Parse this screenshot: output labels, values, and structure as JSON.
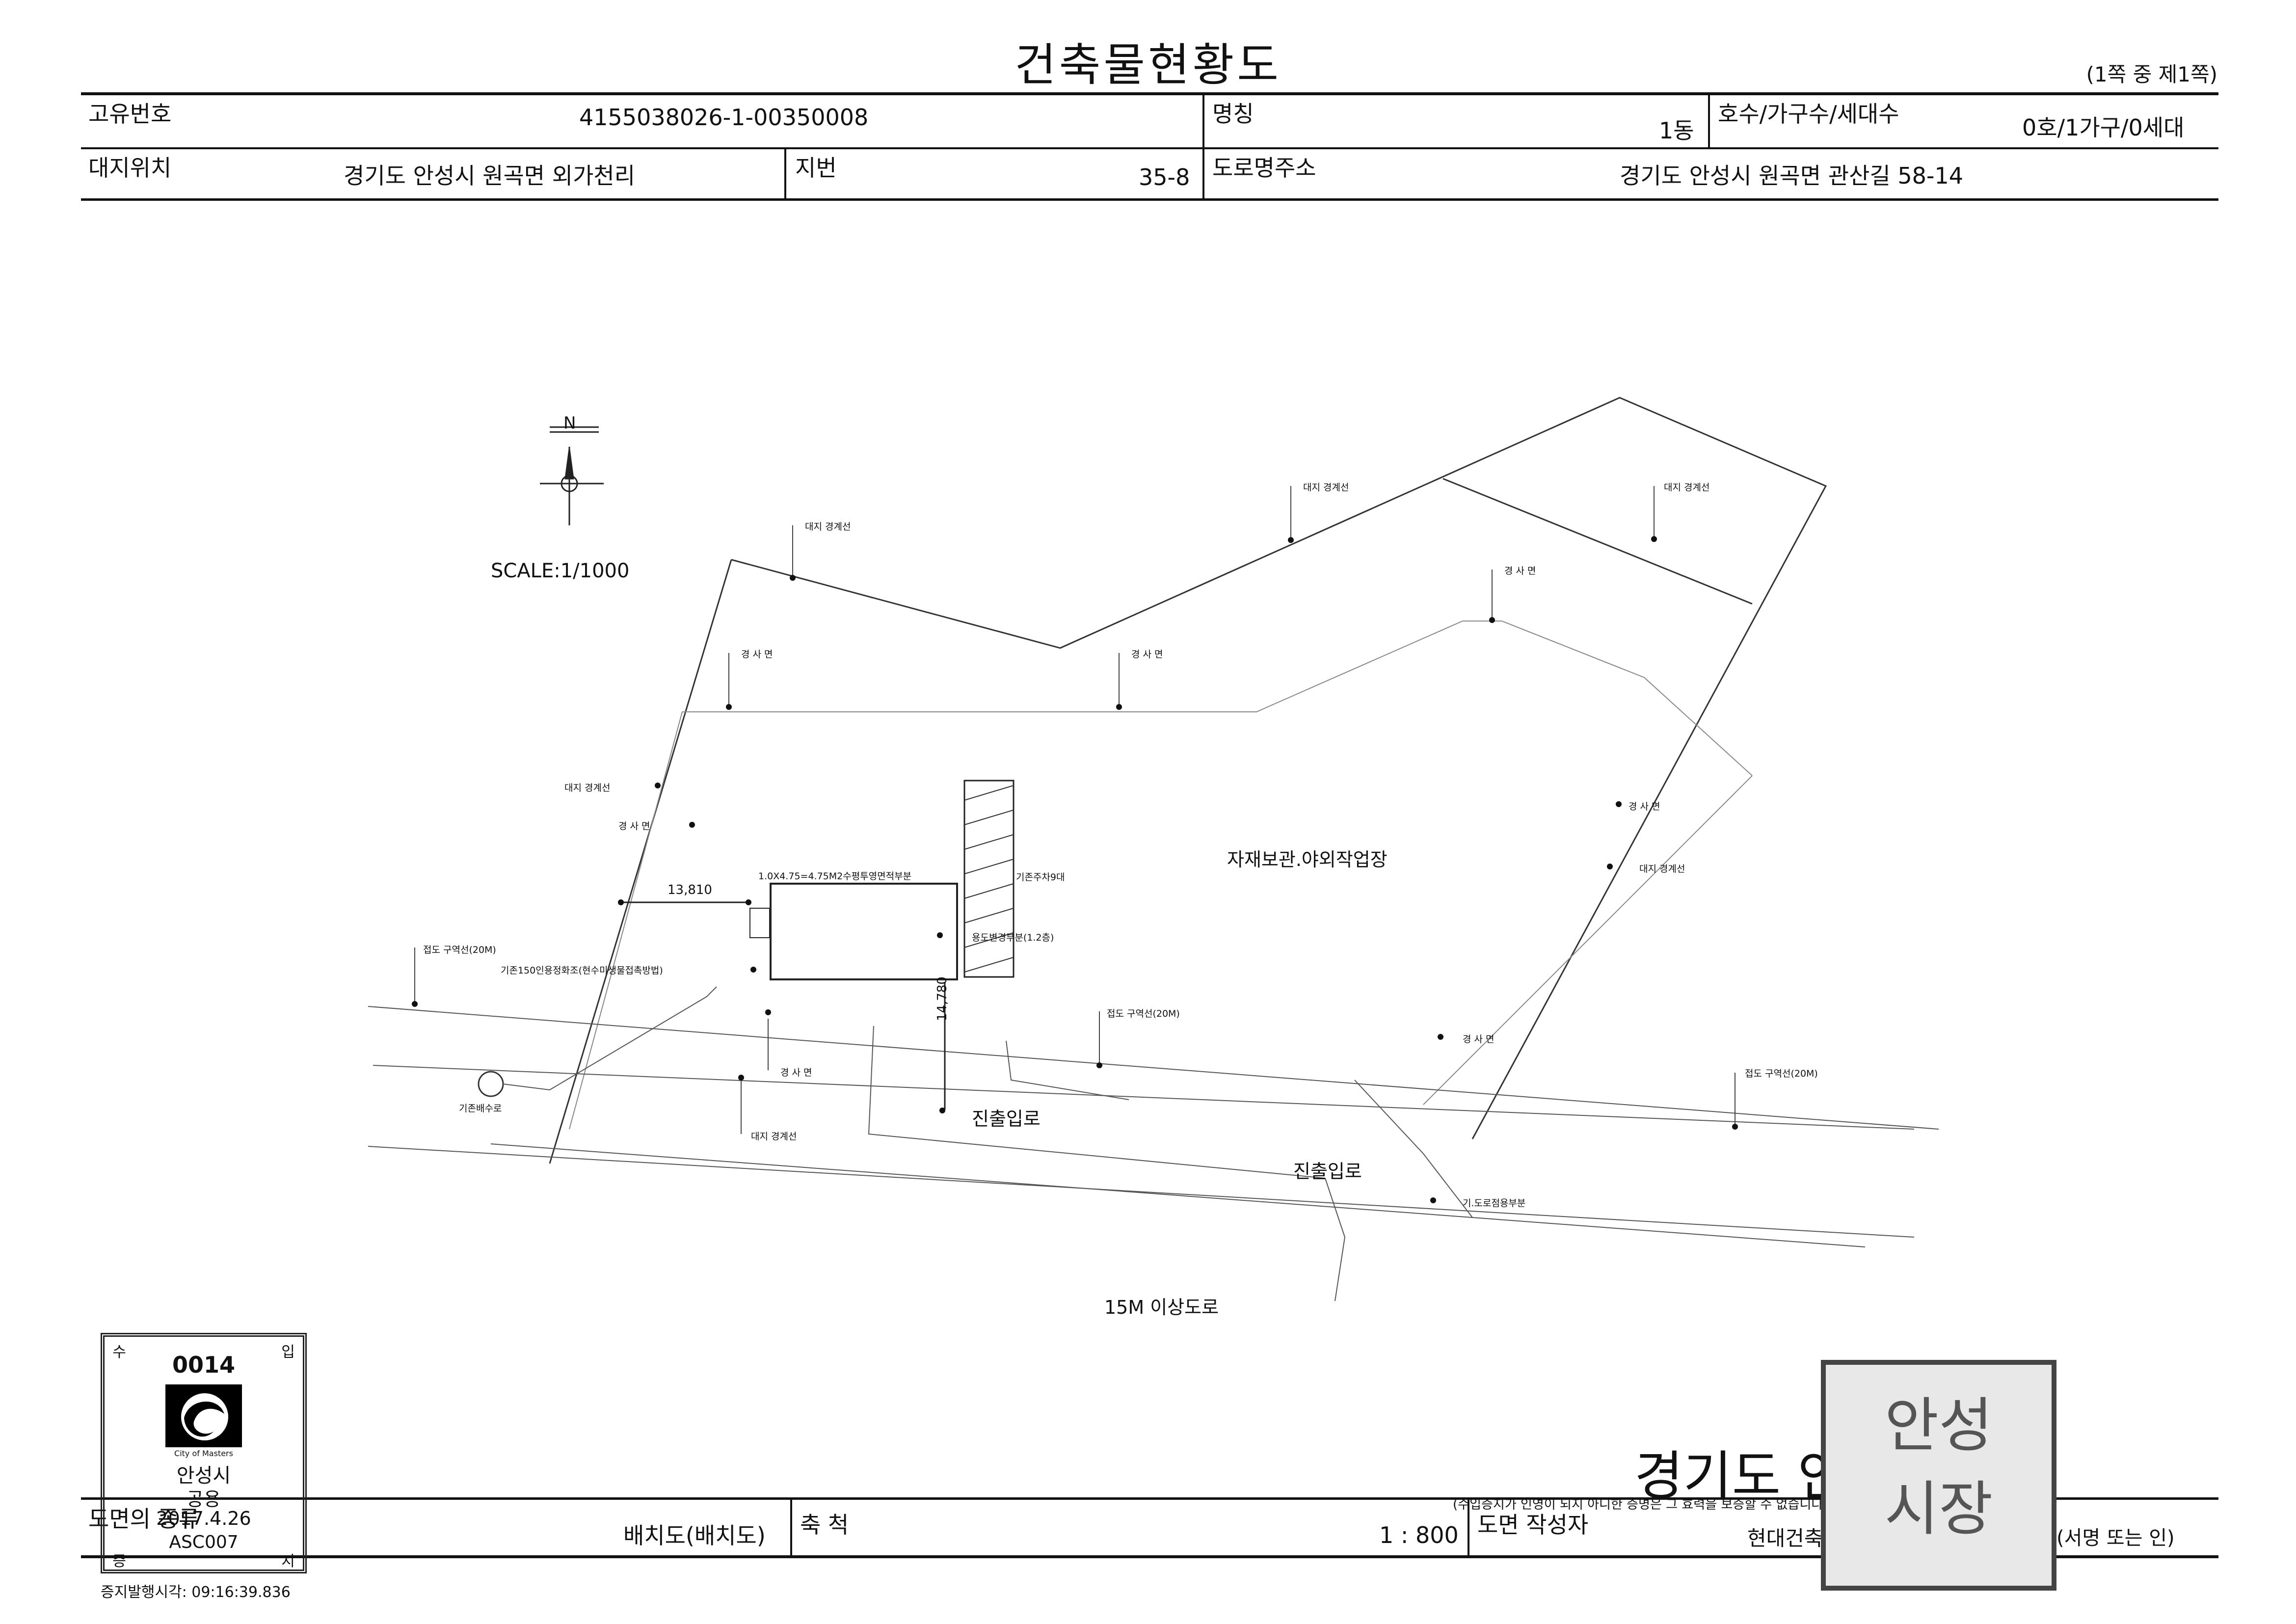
{
  "doc": {
    "title": "건축물현황도",
    "page_no": "(1쪽 중 제1쪽)"
  },
  "header": {
    "unique_no_label": "고유번호",
    "unique_no": "4155038026-1-00350008",
    "name_label": "명칭",
    "name": "1동",
    "units_label": "호수/가구수/세대수",
    "units": "0호/1가구/0세대",
    "site_label": "대지위치",
    "site": "경기도 안성시 원곡면 외가천리",
    "lot_label": "지번",
    "lot": "35-8",
    "road_addr_label": "도로명주소",
    "road_addr": "경기도 안성시 원곡면 관산길 58-14"
  },
  "plan": {
    "north_mark": "N",
    "scale_text": "SCALE:1/1000",
    "labels": {
      "boundary_a": "대지 경계선",
      "boundary_b": "대지 경계선",
      "boundary_c": "대지 경계선",
      "boundary_d": "대지 경계선",
      "boundary_e": "대지 경계선",
      "boundary_f": "대지 경계선",
      "slope_a": "경 사 면",
      "slope_b": "경 사 면",
      "slope_c": "경 사 면",
      "slope_d": "경 사 면",
      "slope_e": "경 사 면",
      "slope_f": "경 사 면",
      "slope_g": "경 사 면",
      "dim_h": "13,810",
      "dim_v": "14,780",
      "permeable": "1.0X4.75=4.75M2수평투영면적부분",
      "existing_parking": "기존주차9대",
      "use_change": "용도변경부분(1.2층)",
      "septic": "기존150인용정화조(현수미생물접촉방법)",
      "drain": "기존배수로",
      "access_limit_a": "접도 구역선(20M)",
      "access_limit_b": "접도 구역선(20M)",
      "access_limit_c": "접도 구역선(20M)",
      "road_part": "기.도로점용부분",
      "site_use": "자재보관.야외작업장",
      "entrance_a": "진출입로",
      "entrance_b": "진출입로",
      "road": "15M 이상도로"
    }
  },
  "footer": {
    "drawing_type_label": "도면의 종류",
    "drawing_type": "배치도(배치도)",
    "scale_label": "축 척",
    "scale": "1 : 800",
    "author_label": "도면 작성자",
    "author": "현대건축사사무소 반중화",
    "sign_note": "(서명 또는 인)",
    "issuer": "경기도 안성시장",
    "notice": "(수입증지가 인영이 되지 아니한 증명은 그 효력을 보증할 수 없습니다)",
    "issue_time": "증지발행시각: 09:16:39.836"
  },
  "stamp": {
    "number": "0014",
    "city": "안성시",
    "kind": "공용",
    "date": "2017.4.26",
    "code": "ASC007",
    "corner_tl": "수",
    "corner_tr": "입",
    "corner_bl": "증",
    "corner_br": "지",
    "logo_text": "City of Masters"
  },
  "seal": {
    "line1": "안성",
    "line2": "시장"
  }
}
